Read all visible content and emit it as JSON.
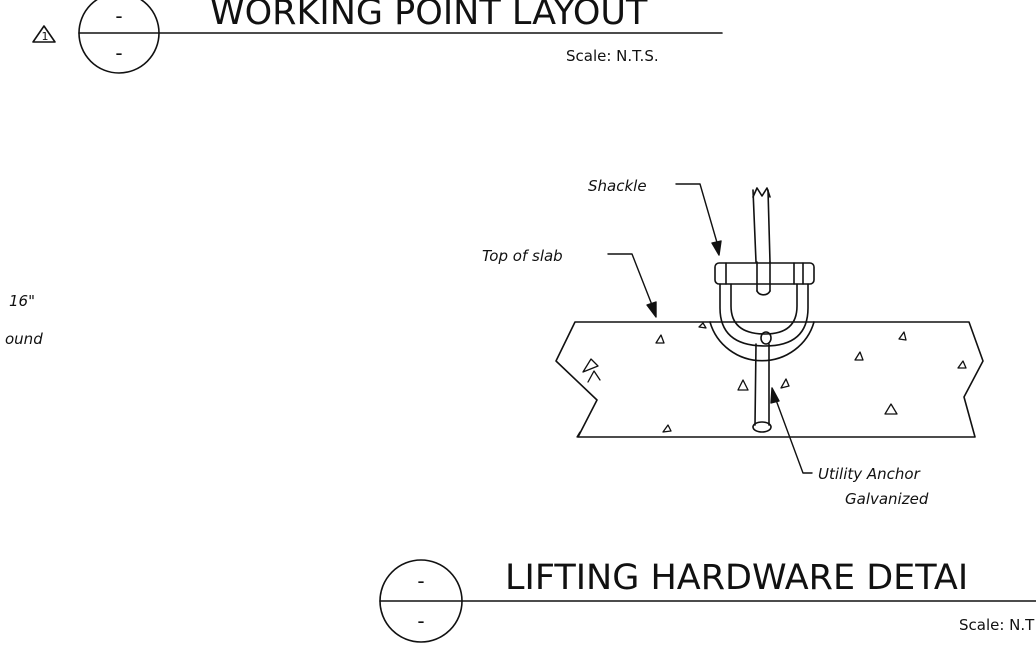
{
  "top_detail": {
    "bubble_top": "-",
    "bubble_bottom": "-",
    "revision_mark": "1",
    "title": "WORKING POINT LAYOUT",
    "scale": "Scale: N.T.S."
  },
  "left_note": {
    "line1": "16\"",
    "line2": "ound"
  },
  "lifting_detail": {
    "callouts": {
      "shackle": "Shackle",
      "top_of_slab": "Top of slab",
      "anchor_line1": "Utility Anchor",
      "anchor_line2": "Galvanized"
    },
    "bubble_top": "-",
    "bubble_bottom": "-",
    "title": "LIFTING HARDWARE DETAI",
    "scale": "Scale: N.T"
  },
  "colors": {
    "ink": "#111111",
    "paper": "#ffffff"
  }
}
